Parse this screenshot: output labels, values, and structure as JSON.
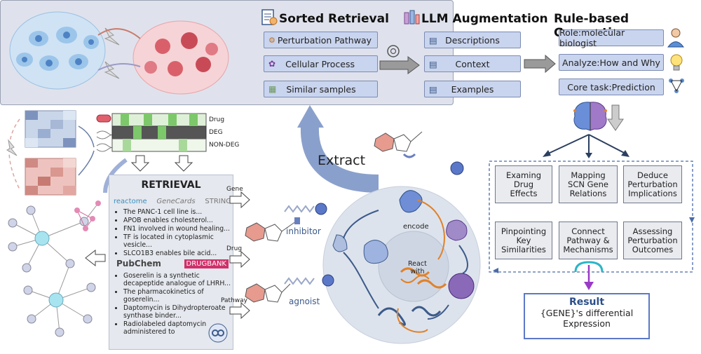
{
  "top_panel": {
    "sorted_retrieval": {
      "title": "Sorted Retrieval",
      "items": [
        "Perturbation Pathway",
        "Cellular Process",
        "Similar samples"
      ]
    },
    "llm_augmentation": {
      "title": "LLM Augmentation",
      "items": [
        "Descriptions",
        "Context",
        "Examples"
      ]
    },
    "rule_generation": {
      "title": "Rule-based Generation",
      "items": [
        "Role:molecular biologist",
        "Analyze:How and Why",
        "Core task:Prediction"
      ]
    }
  },
  "matrix_labels": [
    "Drug",
    "DEG",
    "NON-DEG"
  ],
  "retrieval": {
    "title": "RETRIEVAL",
    "logos_top": [
      "reactome",
      "GeneCards",
      "STRING"
    ],
    "gene_items": [
      "The PANC-1 cell line is...",
      "APOB enables cholesterol...",
      "FN1 involved in wound healing...",
      "TF is located in cytoplasmic vesicle...",
      "SLCO1B3 enables bile acid..."
    ],
    "logos_mid": [
      "PubChem",
      "DRUGBANK"
    ],
    "drug_items": [
      "Goserelin is a synthetic decapeptide analogue of LHRH...",
      "The pharmacokinetics of goserelin...",
      "Daptomycin is Dihydropteroate synthase binder...",
      "Radiolabeled daptomycin administered to"
    ]
  },
  "arrow_labels": {
    "gene": "Gene",
    "drug": "Drug",
    "pathway": "Pathway"
  },
  "cell_labels": {
    "extract": "Extract",
    "inhibitor": "inhibitor",
    "agonist": "agnoist",
    "encode": "encode",
    "react_with": "React\nwith"
  },
  "analysis_boxes": [
    "Examing\nDrug\nEffects",
    "Mapping\nSCN Gene\nRelations",
    "Deduce\nPerturbation\nImplications",
    "Pinpointing\nKey\nSimilarities",
    "Connect\nPathway &\nMechanisms",
    "Assessing\nPerturbation\nOutcomes"
  ],
  "result": {
    "title": "Result",
    "line1": "{GENE}'s differential",
    "line2": "Expression"
  },
  "colors": {
    "panel": "#dfe2ec",
    "pill": "#c9d4ee",
    "cell": "#d8dde6",
    "result_border": "#5b79c8",
    "orange": "#e0822a",
    "blue": "#3b5a8a"
  }
}
